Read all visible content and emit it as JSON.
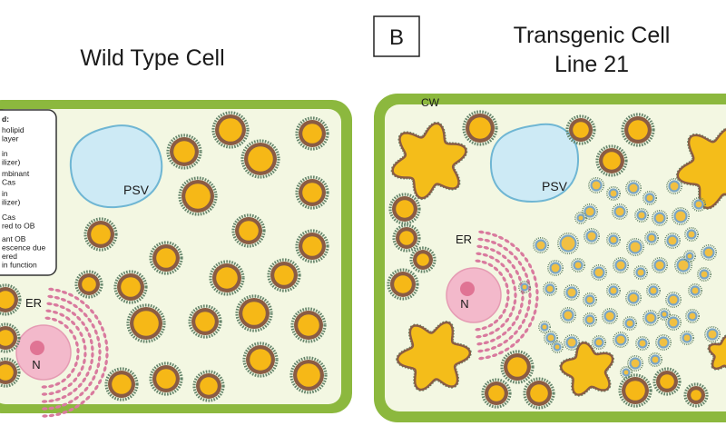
{
  "left_panel": {
    "title": "Wild Type Cell",
    "labels": {
      "psv": "PSV",
      "er": "ER",
      "nucleus": "N"
    },
    "legend": {
      "heading": "d:",
      "entries": [
        [
          "holipid",
          "layer"
        ],
        [
          "in",
          "ilizer)"
        ],
        [
          "mbinant",
          "Cas"
        ],
        [
          "in",
          "ilizer)"
        ],
        [
          "Cas",
          "red to OB"
        ],
        [
          "ant OB",
          "escence due",
          "ered",
          "in function"
        ]
      ]
    }
  },
  "right_panel": {
    "panel_letter": "B",
    "title_line1": "Transgenic Cell",
    "title_line2": "Line 21",
    "labels": {
      "cw": "CW",
      "psv": "PSV",
      "er": "ER",
      "nucleus": "N"
    }
  },
  "colors": {
    "cell_wall": "#8cb83e",
    "cytoplasm": "#f3f7e2",
    "vacuole_fill": "#cdeaf5",
    "vacuole_stroke": "#6fb6d3",
    "ob_core": "#f6b817",
    "ob_ring": "#8a5c44",
    "ob_halo": "#64846a",
    "er_color": "#d97a9e",
    "nucleus_fill": "#f3b9cb",
    "nucleolus_fill": "#e07494",
    "aggregate_fill": "#f4bd1a",
    "small_ob_core": "#f1c043",
    "small_ob_ring": "#7ba6c4"
  }
}
